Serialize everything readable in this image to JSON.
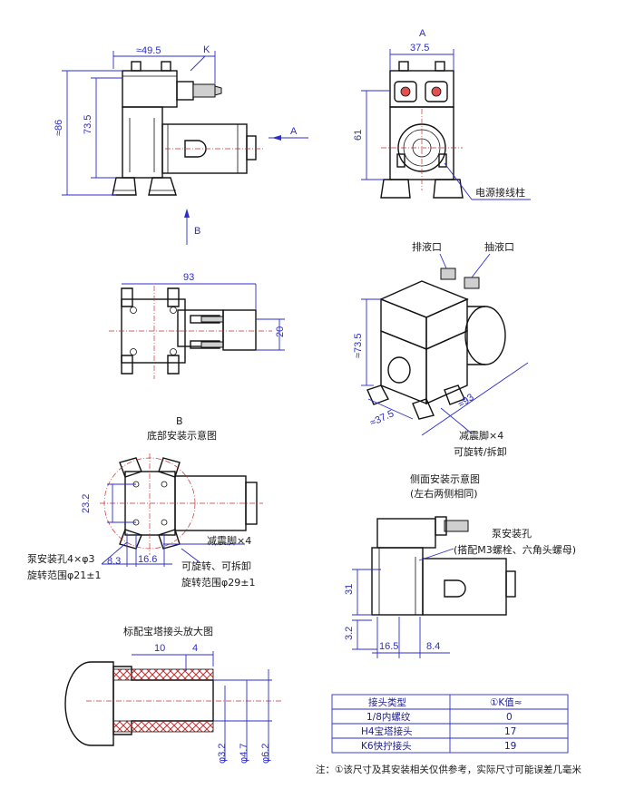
{
  "dims": {
    "front_width": "≈49.5",
    "front_height_total": "≈86",
    "front_height": "73.5",
    "k_label": "K",
    "view_a_label": "A",
    "view_b_label": "B",
    "side_width": "37.5",
    "side_height": "61",
    "bottom_width": "93",
    "bottom_depth": "20",
    "iso_height": "≈73.5",
    "iso_base": "≈37.5",
    "iso_length": "≈93",
    "mount_23": "23.2",
    "mount_83": "8.3",
    "mount_166": "16.6",
    "side_mount_31": "31",
    "side_mount_32": "3.2",
    "side_mount_165": "16.5",
    "side_mount_84": "8.4",
    "barb_10": "10",
    "barb_4": "4",
    "barb_d32": "φ3.2",
    "barb_d47": "φ4.7",
    "barb_d62": "φ6.2"
  },
  "labels": {
    "power_terminal": "电源接线柱",
    "outlet": "排液口",
    "inlet": "抽液口",
    "shock_feet_iso": "减震脚×4",
    "rotatable_iso": "可旋转/拆卸",
    "bottom_title_b": "B",
    "bottom_title": "底部安装示意图",
    "mount_holes": "泵安装孔4×φ3",
    "rotation_range": "旋转范围φ21±1",
    "shock_feet": "减震脚×4",
    "rotatable": "可旋转、可拆卸",
    "rotation_range2": "旋转范围φ29±1",
    "side_title": "侧面安装示意图",
    "side_subtitle": "(左右两侧相同)",
    "pump_holes": "泵安装孔",
    "pump_holes_note": "(搭配M3螺栓、六角头螺母)",
    "barb_title": "标配宝塔接头放大图"
  },
  "table": {
    "headers": [
      "接头类型",
      "①K值≈"
    ],
    "rows": [
      [
        "1/8内螺纹",
        "0"
      ],
      [
        "H4宝塔接头",
        "17"
      ],
      [
        "K6快拧接头",
        "19"
      ]
    ]
  },
  "note": "注：①该尺寸及其安装相关仅供参考，实际尺寸可能误差几毫米"
}
